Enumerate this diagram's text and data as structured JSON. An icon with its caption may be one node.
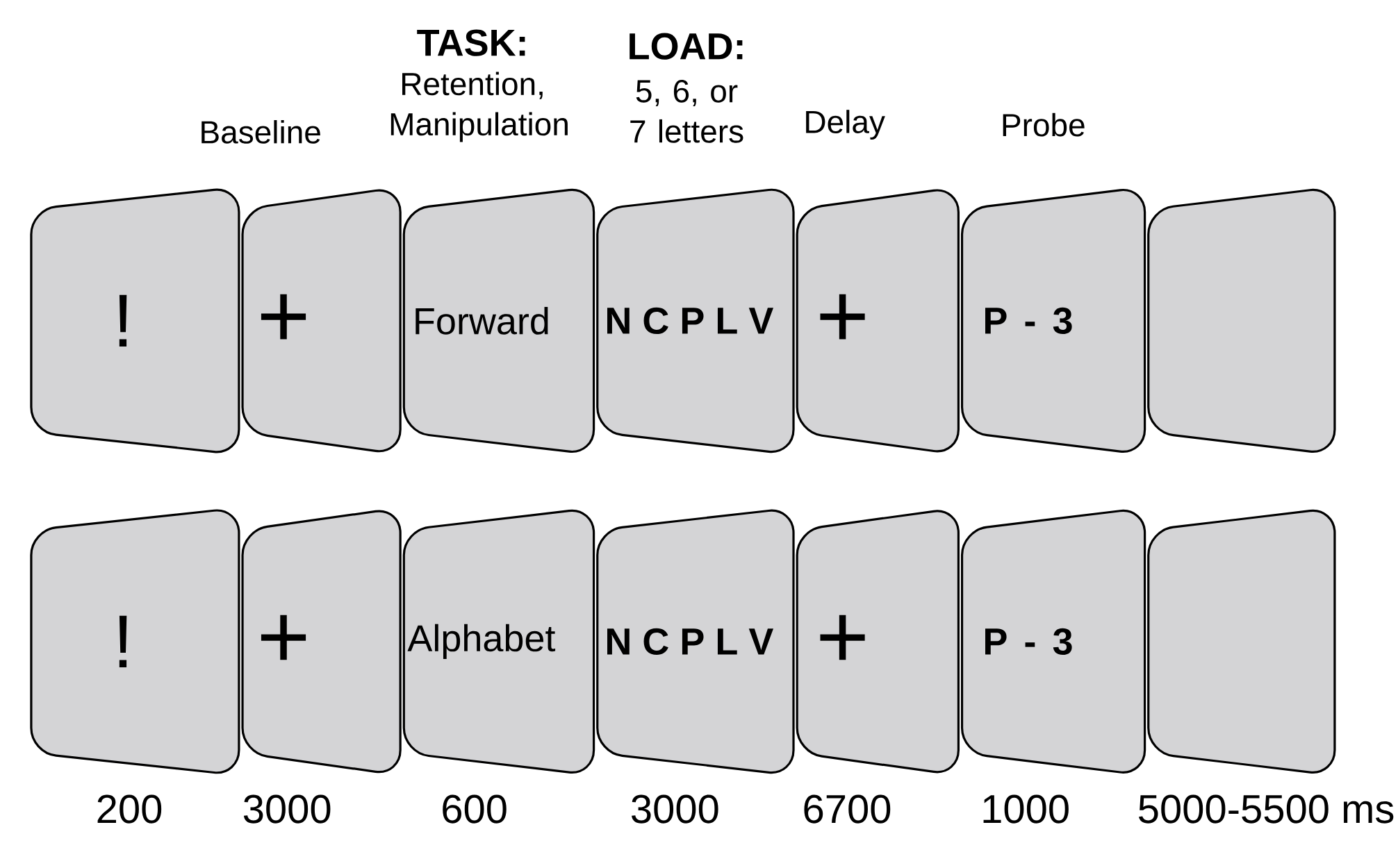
{
  "diagram": {
    "nodes": [
      {
        "text": [
          "!"
        ]
      },
      {
        "text": [
          "+"
        ]
      },
      {
        "text": [
          "Forward"
        ]
      },
      {
        "text": [
          "N C P L V"
        ]
      },
      {
        "text": [
          "+"
        ]
      },
      {
        "text": [
          "P - 3"
        ]
      },
      {
        "text": [],
        "shape": "box"
      },
      {
        "text": [
          "!"
        ]
      },
      {
        "text": [
          "+"
        ]
      },
      {
        "text": [
          "Alphabet"
        ]
      },
      {
        "text": [
          "N C P L V"
        ]
      },
      {
        "text": [
          "+"
        ]
      },
      {
        "text": [
          "P - 3"
        ]
      },
      {
        "text": [],
        "shape": "box"
      }
    ],
    "edges": [],
    "labels": [
      "TASK:",
      "LOAD:",
      "Retention, Manipulation",
      "5, 6, or 7 letters",
      "Baseline",
      "Delay",
      "Probe",
      "200",
      "3000",
      "600",
      "3000",
      "6700",
      "1000",
      "5000-5500 ms"
    ]
  }
}
